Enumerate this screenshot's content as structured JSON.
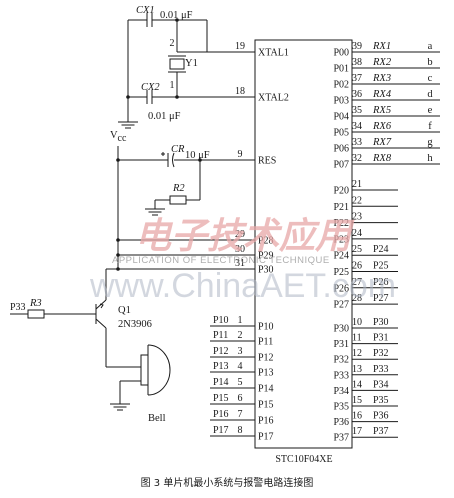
{
  "chip": {
    "name": "STC10F04XE",
    "left_pins": [
      {
        "name": "XTAL1",
        "num": "19"
      },
      {
        "name": "XTAL2",
        "num": "18"
      },
      {
        "name": "RES",
        "num": "9"
      },
      {
        "name": "P28",
        "num": "29"
      },
      {
        "name": "P29",
        "num": "30"
      },
      {
        "name": "P30",
        "num": "31"
      },
      {
        "name": "P10",
        "num": "1",
        "net": "P10"
      },
      {
        "name": "P11",
        "num": "2",
        "net": "P11"
      },
      {
        "name": "P12",
        "num": "3",
        "net": "P12"
      },
      {
        "name": "P13",
        "num": "4",
        "net": "P13"
      },
      {
        "name": "P14",
        "num": "5",
        "net": "P14"
      },
      {
        "name": "P15",
        "num": "6",
        "net": "P15"
      },
      {
        "name": "P16",
        "num": "7",
        "net": "P16"
      },
      {
        "name": "P17",
        "num": "8",
        "net": "P17"
      }
    ],
    "right_pins": [
      {
        "name": "P00",
        "num": "39",
        "net": "RX1",
        "term": "a"
      },
      {
        "name": "P01",
        "num": "38",
        "net": "RX2",
        "term": "b"
      },
      {
        "name": "P02",
        "num": "37",
        "net": "RX3",
        "term": "c"
      },
      {
        "name": "P03",
        "num": "36",
        "net": "RX4",
        "term": "d"
      },
      {
        "name": "P04",
        "num": "35",
        "net": "RX5",
        "term": "e"
      },
      {
        "name": "P05",
        "num": "34",
        "net": "RX6",
        "term": "f"
      },
      {
        "name": "P06",
        "num": "33",
        "net": "RX7",
        "term": "g"
      },
      {
        "name": "P07",
        "num": "32",
        "net": "RX8",
        "term": "h"
      },
      {
        "name": "P20",
        "num": "21"
      },
      {
        "name": "P21",
        "num": "22"
      },
      {
        "name": "P22",
        "num": "23"
      },
      {
        "name": "P23",
        "num": "24"
      },
      {
        "name": "P24",
        "num": "25",
        "net": "P24"
      },
      {
        "name": "P25",
        "num": "26",
        "net": "P25"
      },
      {
        "name": "P26",
        "num": "27",
        "net": "P26"
      },
      {
        "name": "P27",
        "num": "28",
        "net": "P27"
      },
      {
        "name": "P30",
        "num": "10",
        "net": "P30"
      },
      {
        "name": "P31",
        "num": "11",
        "net": "P31"
      },
      {
        "name": "P32",
        "num": "12",
        "net": "P32"
      },
      {
        "name": "P33",
        "num": "13",
        "net": "P33"
      },
      {
        "name": "P34",
        "num": "14",
        "net": "P34"
      },
      {
        "name": "P35",
        "num": "15",
        "net": "P35"
      },
      {
        "name": "P36",
        "num": "16",
        "net": "P36"
      },
      {
        "name": "P37",
        "num": "17",
        "net": "P37"
      }
    ]
  },
  "components": {
    "cx1": {
      "ref": "CX1",
      "value": "0.01 μF"
    },
    "cx2": {
      "ref": "CX2",
      "value": "0.01 μF"
    },
    "crystal": {
      "ref": "Y1",
      "pin1": "1",
      "pin2": "2"
    },
    "cr": {
      "ref": "CR",
      "value": "10 μF"
    },
    "r2": {
      "ref": "R2"
    },
    "r3": {
      "ref": "R3",
      "net": "P33"
    },
    "q1": {
      "ref": "Q1",
      "model": "2N3906"
    },
    "bell": {
      "ref": "Bell"
    },
    "vcc": {
      "label": "V",
      "sub": "cc"
    }
  },
  "watermark": {
    "cn": "电子技术应用",
    "en": "APPLICATION OF ELECTRONIC TECHNIQUE",
    "url": "www.ChinaAET.com"
  },
  "caption": "图 3  单片机最小系统与报警电路连接图"
}
